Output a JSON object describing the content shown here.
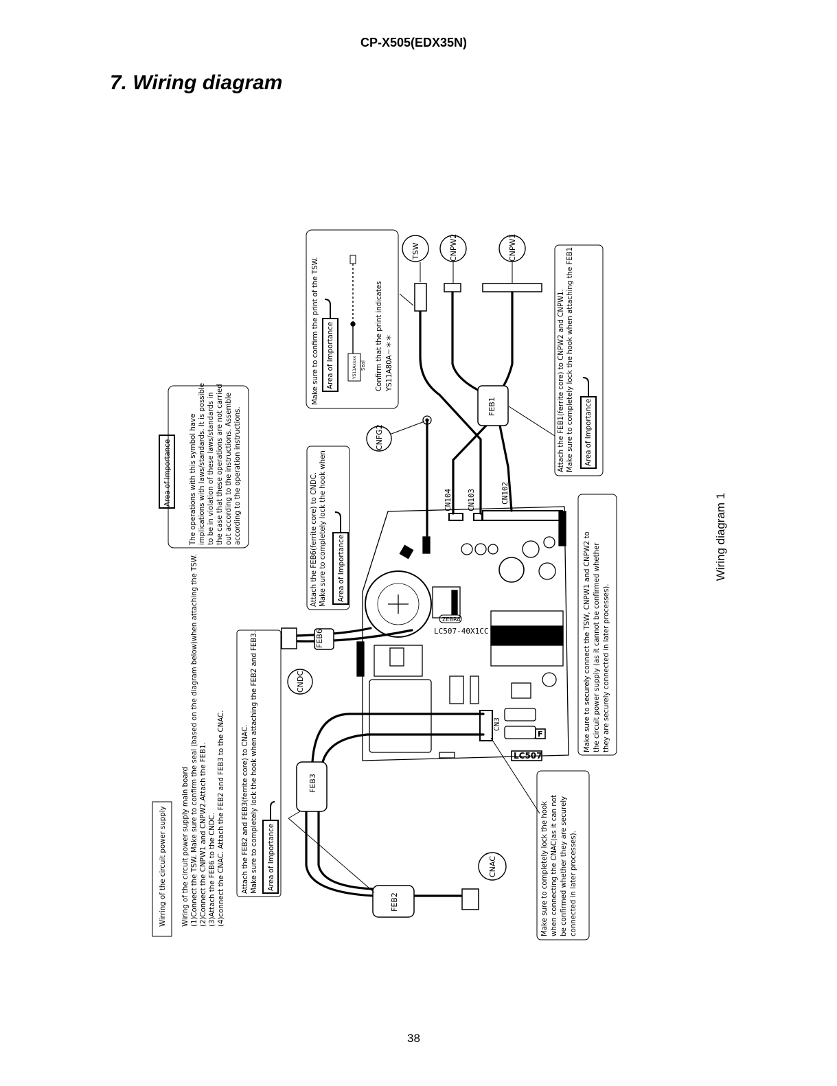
{
  "header": {
    "model": "CP-X505(EDX35N)"
  },
  "section": {
    "title": "7. Wiring diagram"
  },
  "side_caption": "Wiring diagram 1",
  "page_number": "38",
  "legend": {
    "title": "Wirring of the circuit power supply",
    "steps": [
      "Wiring of the circuit power supply main board",
      "(1)Connect the TSW. Make sure to confirm the seal (based on the diagram below)when attaching the TSW.",
      "(2)Connect the CNPW1 and CNPW2.Attach the FEB1.",
      "(3)Attach the FEB6 to the CNDC.",
      "(4)connect the CNAC. Attach the FEB2 and FEB3 to the CNAC."
    ]
  },
  "importance": {
    "label": "Area of Importance",
    "lines": [
      "The operations with this symbol have",
      "implications with laws/standards. It is possible",
      "to be in violation of these laws/standards in",
      "the case that these operations are not carried",
      "out according to the instructions. Assemble",
      "according to the operation instructions."
    ]
  },
  "notes": {
    "feb23": [
      "Attach the FEB2 and FEB3(ferrite core) to CNAC.",
      "Make sure to completely lock the hook when attaching the FEB2 and FEB3."
    ],
    "feb6": [
      "Attach the FEB6(ferrite core) to CNDC.",
      "Make sure to completely lock the hook when"
    ],
    "tsw": {
      "line1": "Make sure  to confirm the print of the TSW.",
      "seal_label": "Seal",
      "seal_tag": "YS11Axxxx",
      "confirm1": "Confirm that the print indicates",
      "confirm2": "YS11A80A－＊＊"
    },
    "feb1": [
      "Attach the FEB1(ferrite core) to CNPW2 and CNPW1.",
      "Make sure to completely lock the hook when attaching the FEB1"
    ],
    "cnac_lock": [
      "Make sure to completely lock the hook",
      "when connecting the CNAC(as it can not",
      "be confirmed whether they are securely",
      "connected in later processes)."
    ],
    "secure": [
      "Make sure to securely connect the TSW, CNPW1 and CNPW2 to",
      "the circuit power supply (as it cannot be confirmed whether",
      "they are securely connected in later processes)."
    ]
  },
  "callouts": {
    "tsw": "TSW",
    "cnpw2": "CNPW2",
    "cnpw1": "CNPW1",
    "cnfg2": "CNFG2",
    "cndc": "CNDC",
    "cnac": "CNAC"
  },
  "cores": {
    "feb1": "FEB1",
    "feb2": "FEB2",
    "feb3": "FEB3",
    "feb6": "FEB6"
  },
  "board": {
    "model": "LC507-40X1CC",
    "tag": "LC507",
    "zebra": "ZEBRA",
    "f_mark": "F",
    "connectors": {
      "cn104": "CN104",
      "cn103": "CN103",
      "cn102": "CN102",
      "cn3": "CN3"
    }
  }
}
